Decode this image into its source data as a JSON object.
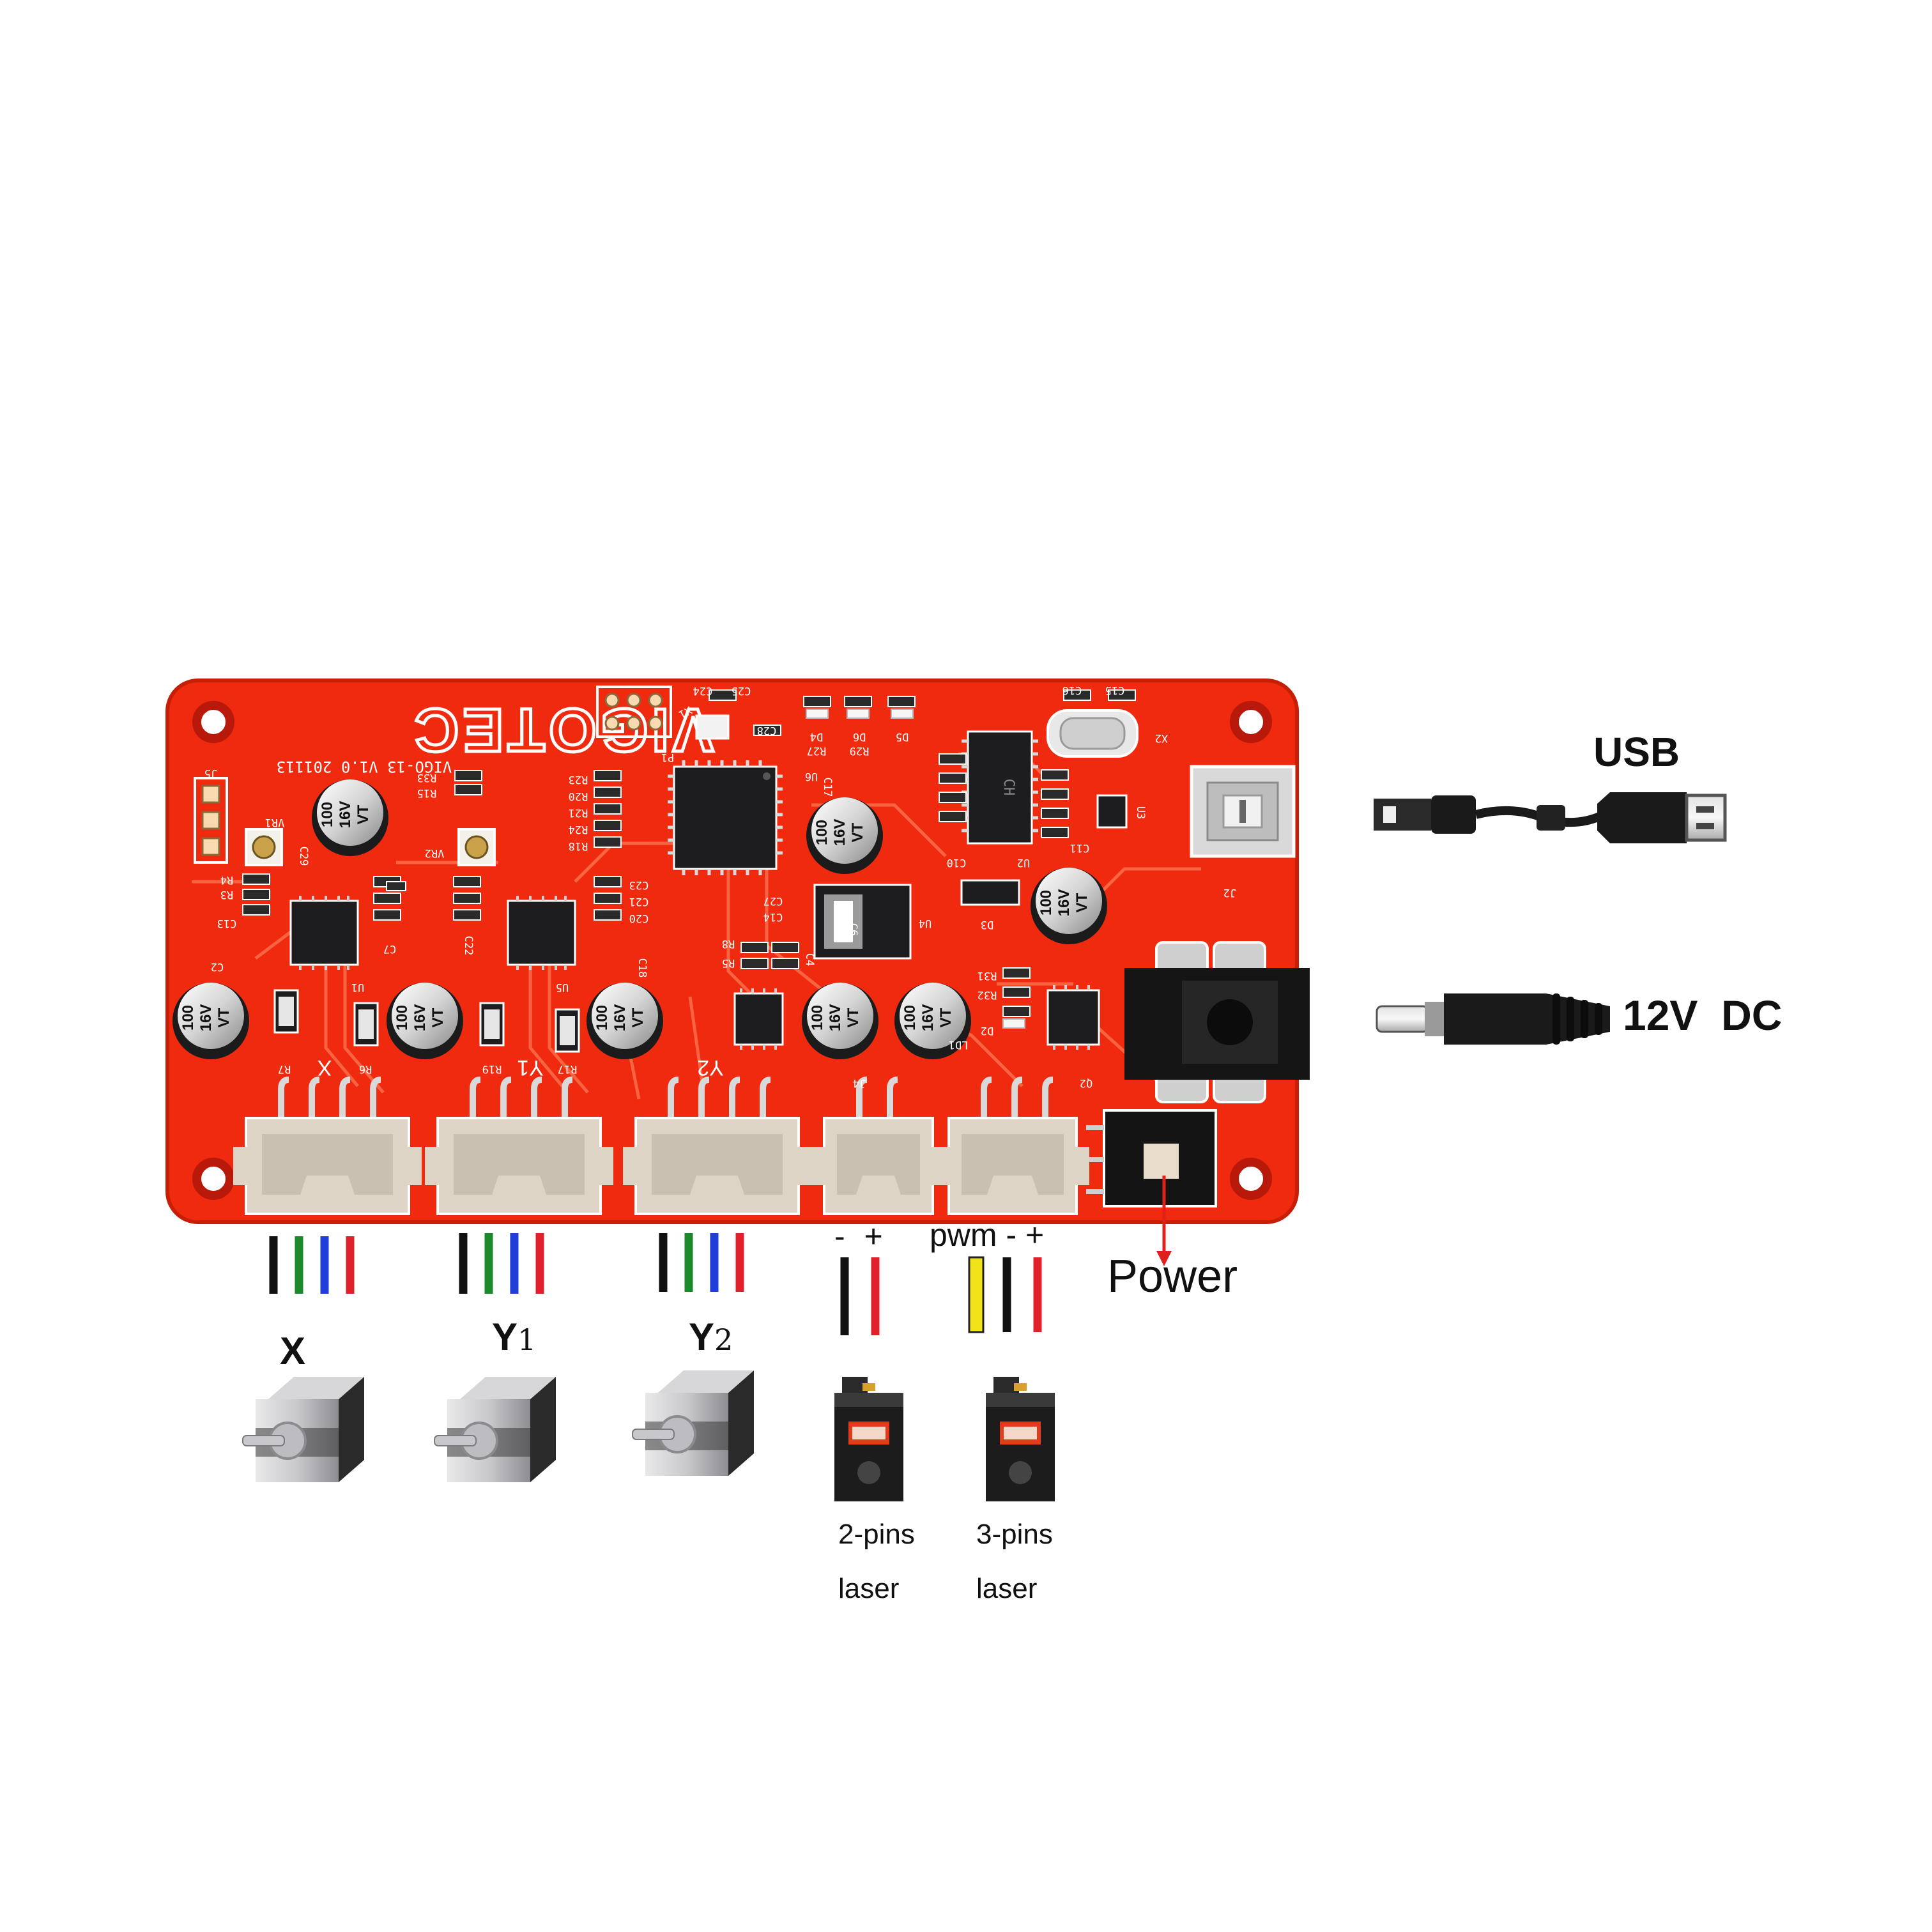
{
  "board": {
    "brand": "VIGOTEC",
    "model": "VIGO-13 V1.0 201113",
    "colors": {
      "pcb": "#ef2a0e",
      "pcb_dark": "#c71f06",
      "pcb_trace": "#f5482a",
      "connector": "#ddd4c6",
      "chip": "#1d1d1f",
      "cap_top": "#cfcfcf"
    },
    "cap_lines": [
      "100",
      "16V",
      "VT"
    ],
    "axis_marks": {
      "x": "X",
      "y1": "Y1",
      "y2": "Y2"
    },
    "silk": {
      "r33": "R33",
      "r15": "R15",
      "r23": "R23",
      "r20": "R20",
      "r21": "R21",
      "r24": "R24",
      "r18": "R18",
      "j5": "J5",
      "vr1": "VR1",
      "vr2": "VR2",
      "c29": "C29",
      "c13": "C13",
      "r3": "R3",
      "r4": "R4",
      "c2": "C2",
      "r7": "R7",
      "r6": "R6",
      "r19": "R19",
      "r17": "R17",
      "u1": "U1",
      "u5": "U5",
      "u6": "U6",
      "u4": "U4",
      "c23": "C23",
      "c21": "C21",
      "c20": "C20",
      "c22": "C22",
      "c7": "C7",
      "c18": "C18",
      "c27": "C27",
      "c14": "C14",
      "c17": "C17",
      "x1": "X1",
      "p1": "P1",
      "c24": "C24",
      "c25": "C25",
      "c28": "C28",
      "c16": "C16",
      "c15": "C15",
      "x2": "X2",
      "d4": "D4",
      "d6": "D6",
      "d5": "D5",
      "r27": "R27",
      "r29": "R29",
      "c11": "C11",
      "u2": "U2",
      "c10": "C10",
      "u3": "U3",
      "j2": "J2",
      "d3": "D3",
      "r8": "R8",
      "r5": "R5",
      "c4": "C4",
      "r31": "R31",
      "r32": "R32",
      "d2": "D2",
      "ld1": "LD1",
      "j4": "J4",
      "q2": "Q2",
      "c6": "C6",
      "ch": "CH"
    }
  },
  "wires": {
    "x": [
      "#111111",
      "#1a8a2a",
      "#1f3fd8",
      "#e0202a"
    ],
    "y1": [
      "#111111",
      "#1a8a2a",
      "#1f3fd8",
      "#e0202a"
    ],
    "y2": [
      "#111111",
      "#1a8a2a",
      "#1f3fd8",
      "#e0202a"
    ],
    "laser2": [
      "#111111",
      "#e0202a"
    ],
    "laser3": [
      "#f2e21a",
      "#111111",
      "#e0202a"
    ]
  },
  "labels": {
    "x": "X",
    "y1_main": "Y",
    "y1_sub": "1",
    "y2_main": "Y",
    "y2_sub": "2",
    "laser2_polarity": "- +",
    "laser3_polarity": "pwm - +",
    "power": "Power",
    "usb": "USB",
    "dc": "12V  DC",
    "laser2_line1": "2-pins",
    "laser2_line2": "laser",
    "laser3_line1": "3-pins",
    "laser3_line2": "laser"
  },
  "parts": {
    "motors": [
      "stepper-motor-x",
      "stepper-motor-y1",
      "stepper-motor-y2"
    ],
    "lasers": [
      "laser-module-2pin",
      "laser-module-3pin"
    ],
    "laser_sticker_color": "#e23b1c",
    "arrow_color": "#e0201a"
  }
}
